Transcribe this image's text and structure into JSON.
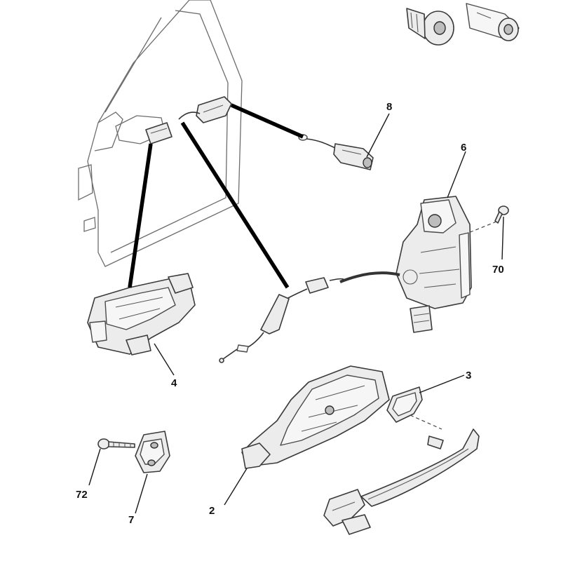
{
  "callouts": {
    "c2": "2",
    "c3": "3",
    "c4": "4",
    "c6": "6",
    "c7": "7",
    "c8": "8",
    "c70": "70",
    "c72": "72"
  },
  "colors": {
    "line": "#3a3a3a",
    "fill": "#ececec",
    "background": "#ffffff"
  }
}
